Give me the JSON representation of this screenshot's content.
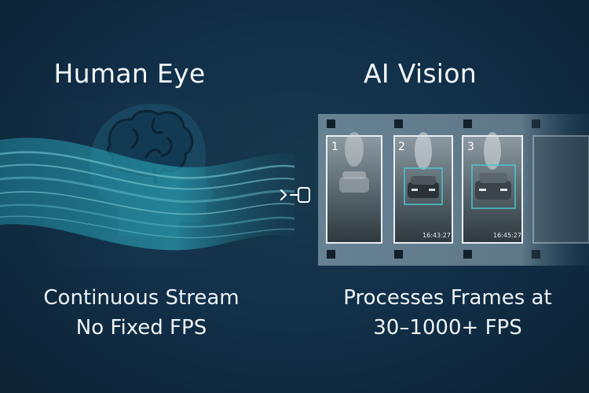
{
  "left": {
    "title": "Human Eye",
    "caption_line1": "Continuous Stream",
    "caption_line2": "No Fixed FPS"
  },
  "right": {
    "title": "AI Vision",
    "caption_line1": "Processes Frames at",
    "caption_line2": "30–1000+ FPS",
    "frames": [
      {
        "number": "1",
        "timestamp": ""
      },
      {
        "number": "2",
        "timestamp": "16:43:27"
      },
      {
        "number": "3",
        "timestamp": "16:45:27"
      }
    ]
  },
  "icons": {
    "head": "brain-head-icon",
    "connector": "arrow-frame-icon"
  },
  "colors": {
    "background": "#12304a",
    "wave": "#2fa3b4",
    "detection_box": "#4fc6cf",
    "film_strip": "#6e8a9a",
    "text": "#f2f6f8"
  }
}
